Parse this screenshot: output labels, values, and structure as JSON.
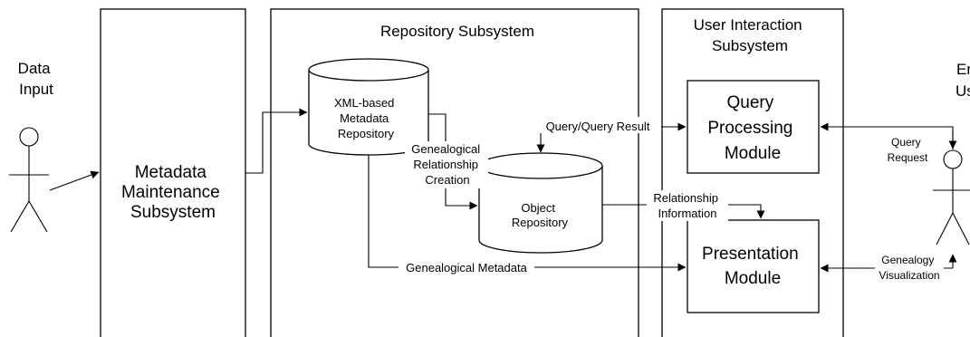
{
  "actors": {
    "data_input": [
      "Data",
      "Input"
    ],
    "end_user": [
      "End",
      "User"
    ]
  },
  "subsystems": {
    "metadata_maintenance": [
      "Metadata",
      "Maintenance",
      "Subsystem"
    ],
    "repository": "Repository Subsystem",
    "user_interaction": [
      "User Interaction",
      "Subsystem"
    ]
  },
  "stores": {
    "xml_repository": [
      "XML-based",
      "Metadata",
      "Repository"
    ],
    "object_repository": [
      "Object",
      "Repository"
    ]
  },
  "modules": {
    "query_processing": [
      "Query",
      "Processing",
      "Module"
    ],
    "presentation": [
      "Presentation",
      "Module"
    ]
  },
  "edge_labels": {
    "query_result": "Query/Query Result",
    "relationship_creation": [
      "Genealogical",
      "Relationship",
      "Creation"
    ],
    "relationship_information": [
      "Relationship",
      "Information"
    ],
    "genealogical_metadata": "Genealogical Metadata",
    "query_request": [
      "Query",
      "Request"
    ],
    "genealogy_visualization": [
      "Genealogy",
      "Visualization"
    ]
  }
}
